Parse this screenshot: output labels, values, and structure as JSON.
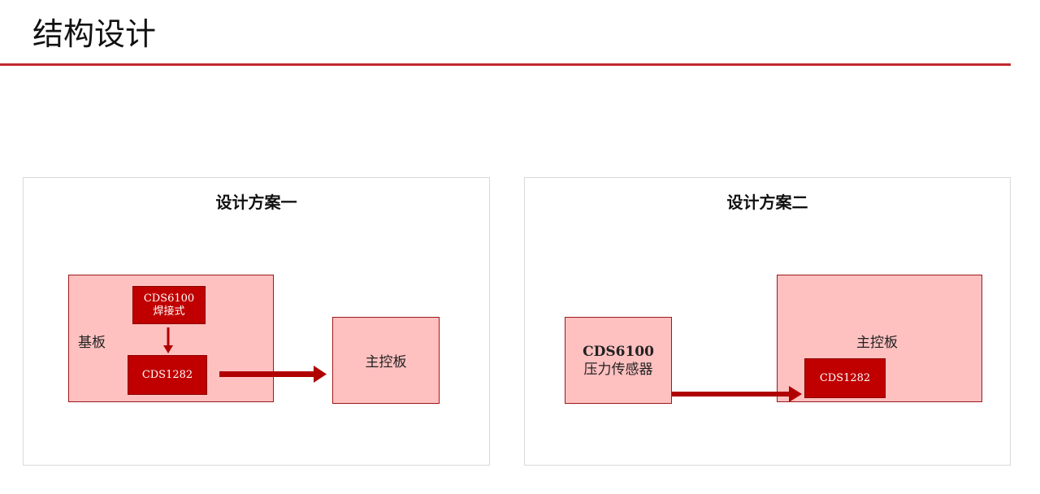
{
  "page": {
    "title": "结构设计"
  },
  "colors": {
    "accent_rule": "#c0282e",
    "pink_fill": "#ffc0c0",
    "red_fill": "#c00000",
    "arrow": "#b00000"
  },
  "scheme1": {
    "title": "设计方案一",
    "base_board_label": "基板",
    "sensor_line1": "CDS6100",
    "sensor_line2": "焊接式",
    "chip_label": "CDS1282",
    "main_board_label": "主控板"
  },
  "scheme2": {
    "title": "设计方案二",
    "sensor_line1": "CDS6100",
    "sensor_line2": "压力传感器",
    "main_board_label": "主控板",
    "chip_label": "CDS1282"
  }
}
